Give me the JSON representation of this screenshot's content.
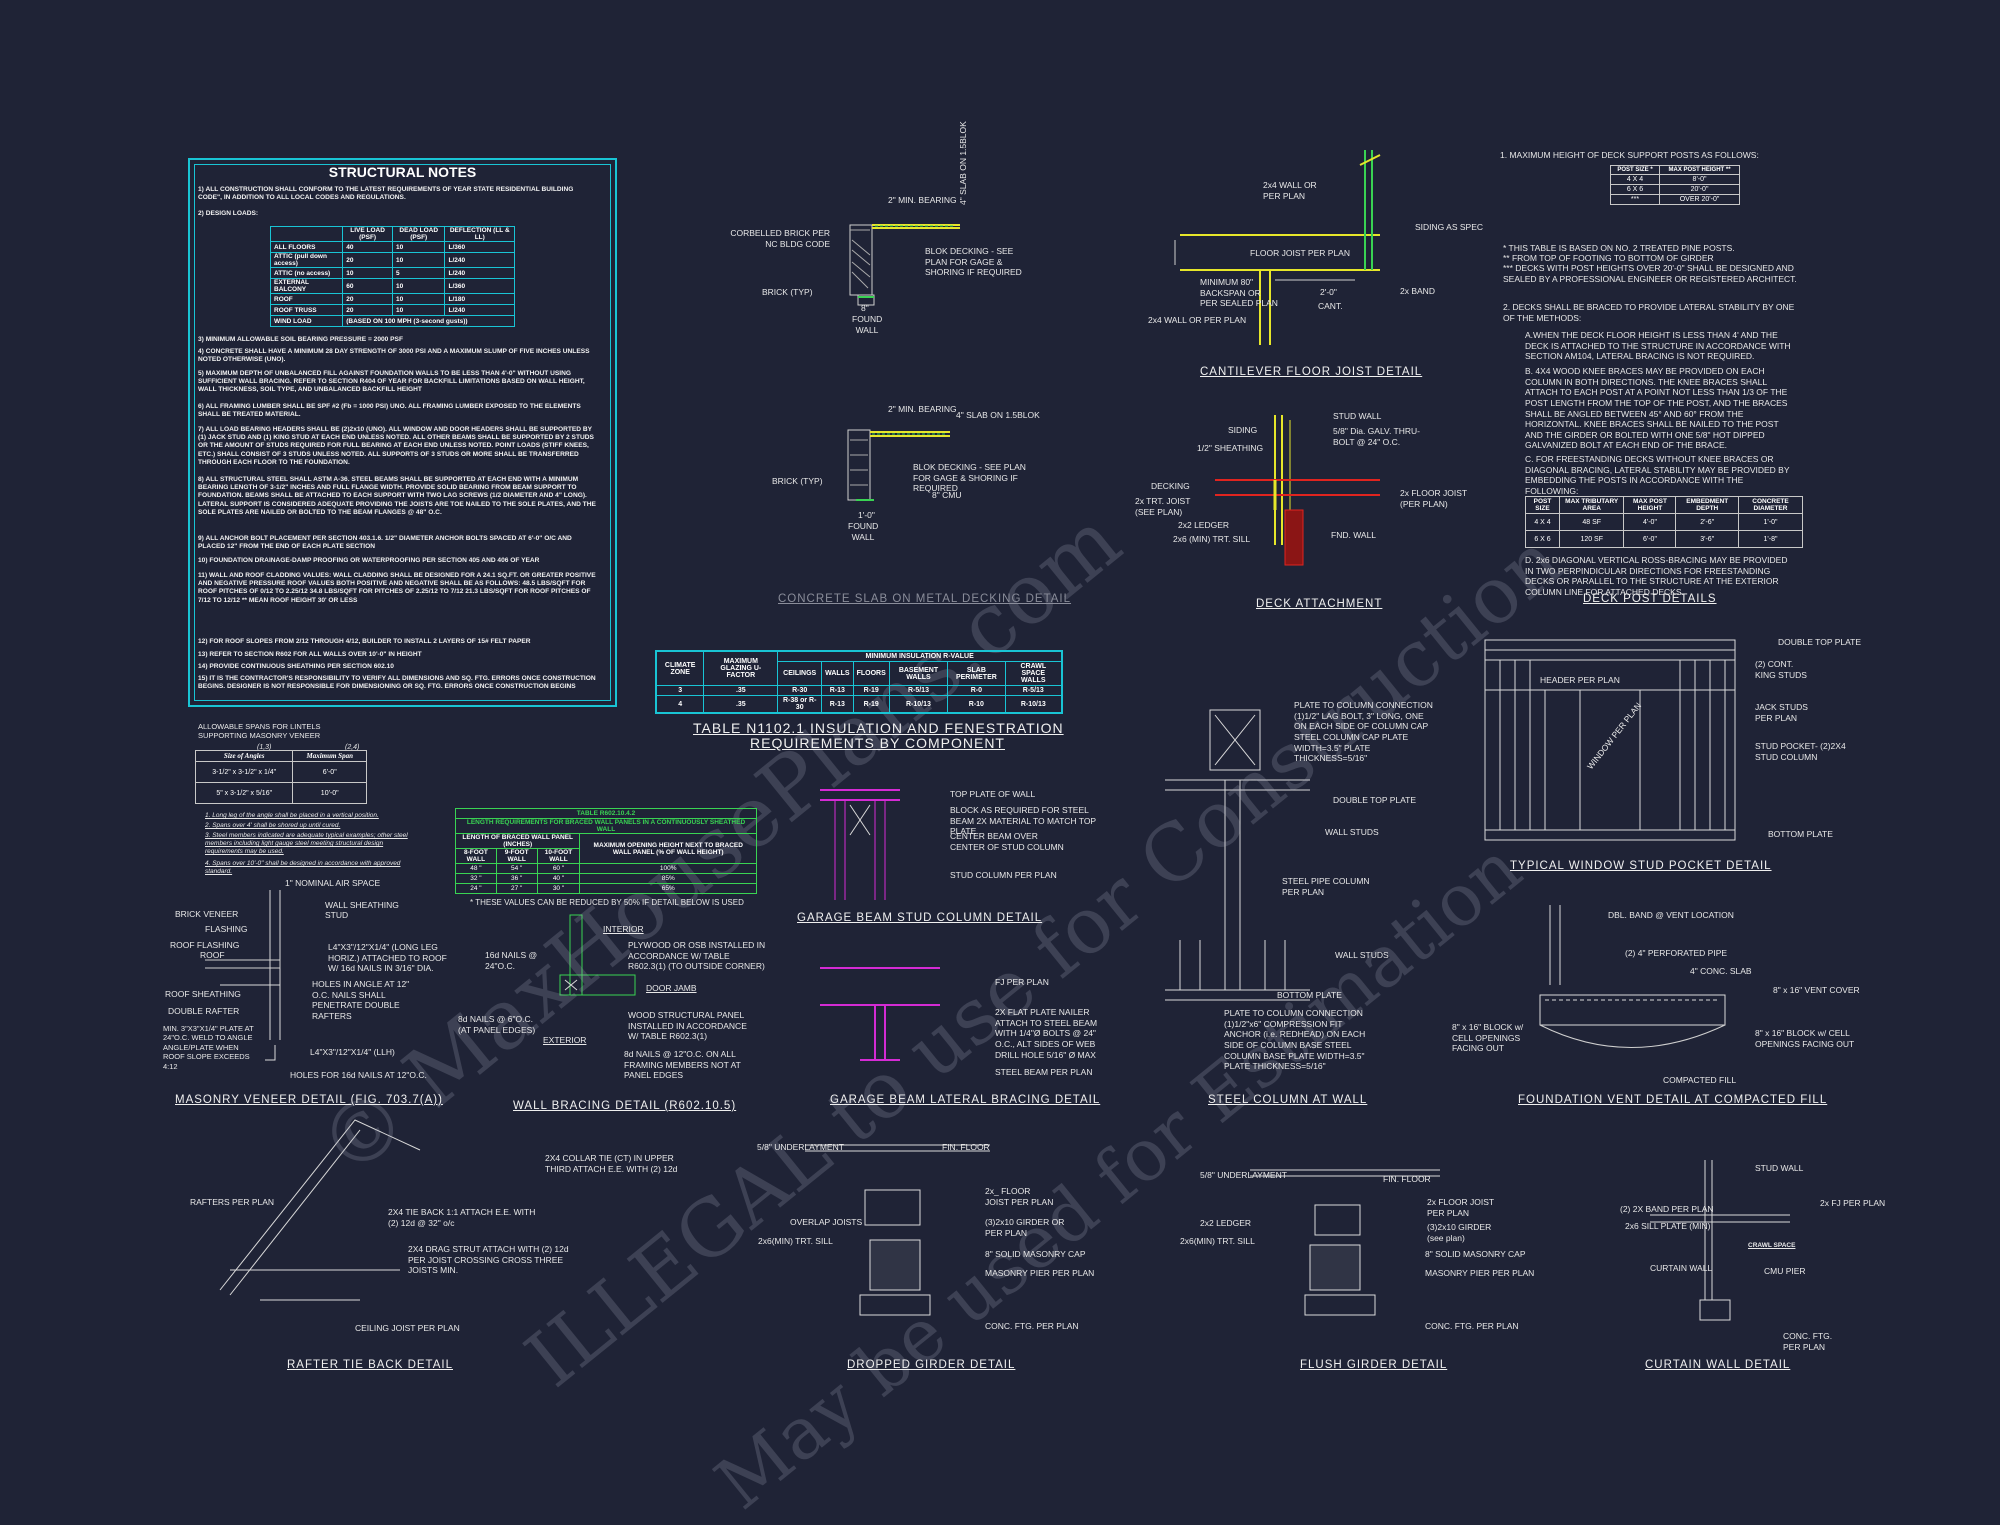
{
  "structural_notes": {
    "title": "STRUCTURAL NOTES",
    "note1": "1) ALL CONSTRUCTION SHALL CONFORM TO THE LATEST REQUIREMENTS OF YEAR STATE RESIDENTIAL BUILDING CODE\", IN ADDITION TO ALL LOCAL CODES AND REGULATIONS.",
    "note2": "2) DESIGN LOADS:",
    "load_table": {
      "headers": [
        "",
        "LIVE LOAD (PSF)",
        "DEAD LOAD (PSF)",
        "DEFLECTION (LL & LL)"
      ],
      "rows": [
        [
          "ALL FLOORS",
          "40",
          "10",
          "L/360"
        ],
        [
          "ATTIC (pull down access)",
          "20",
          "10",
          "L/240"
        ],
        [
          "ATTIC (no access)",
          "10",
          "5",
          "L/240"
        ],
        [
          "EXTERNAL BALCONY",
          "60",
          "10",
          "L/360"
        ],
        [
          "ROOF",
          "20",
          "10",
          "L/180"
        ],
        [
          "ROOF TRUSS",
          "20",
          "10",
          "L/240"
        ]
      ],
      "wind_label": "WIND LOAD",
      "wind_value": "(BASED ON 100 MPH (3-second gusts))"
    },
    "note3": "3) MINIMUM ALLOWABLE SOIL BEARING PRESSURE = 2000 PSF",
    "note4": "4) CONCRETE SHALL HAVE A MINIMUM 28 DAY STRENGTH OF 3000 PSI AND A MAXIMUM SLUMP OF FIVE INCHES UNLESS NOTED OTHERWISE (UNO).",
    "note5": "5) MAXIMUM DEPTH OF UNBALANCED FILL AGAINST FOUNDATION WALLS TO BE LESS THAN 4'-0\" WITHOUT USING SUFFICIENT WALL BRACING. REFER TO SECTION R404 OF YEAR FOR BACKFILL LIMITATIONS BASED ON WALL HEIGHT, WALL THICKNESS, SOIL TYPE, AND UNBALANCED BACKFILL HEIGHT",
    "note6": "6) ALL FRAMING LUMBER SHALL BE SPF #2 (Fb = 1000 PSI) UNO. ALL FRAMING LUMBER EXPOSED TO THE ELEMENTS SHALL BE TREATED MATERIAL.",
    "note7": "7) ALL LOAD BEARING HEADERS SHALL BE (2)2x10 (UNO). ALL WINDOW AND DOOR HEADERS SHALL BE SUPPORTED BY (1) JACK STUD AND (1) KING STUD AT EACH END UNLESS NOTED. ALL OTHER BEAMS SHALL BE SUPPORTED BY 2 STUDS OR THE AMOUNT OF STUDS REQUIRED FOR FULL BEARING AT EACH END UNLESS NOTED. POINT LOADS (STIFF KNEES, ETC.) SHALL CONSIST OF 3 STUDS UNLESS NOTED. ALL SUPPORTS OF 3 STUDS OR MORE SHALL BE TRANSFERRED THROUGH EACH FLOOR TO THE FOUNDATION.",
    "note8": "8) ALL STRUCTURAL STEEL SHALL ASTM A-36. STEEL BEAMS SHALL BE SUPPORTED AT EACH END WITH A MINIMUM BEARING LENGTH OF 3-1/2\" INCHES AND FULL FLANGE WIDTH. PROVIDE SOLID BEARING FROM BEAM SUPPORT TO FOUNDATION. BEAMS SHALL BE ATTACHED TO EACH SUPPORT WITH TWO LAG SCREWS (1/2 DIAMETER AND 4\" LONG). LATERAL SUPPORT IS CONSIDERED ADEQUATE PROVIDING THE JOISTS ARE TOE NAILED TO THE SOLE PLATES, AND THE SOLE PLATES ARE NAILED OR BOLTED TO THE BEAM FLANGES @ 48\" O.C.",
    "note9": "9) ALL ANCHOR BOLT PLACEMENT PER SECTION 403.1.6. 1/2\" DIAMETER ANCHOR BOLTS SPACED AT 6'-0\" O/C AND PLACED 12\" FROM THE END OF EACH PLATE SECTION",
    "note10": "10) FOUNDATION DRAINAGE-DAMP PROOFING OR WATERPROOFING PER SECTION 405 AND 406 OF YEAR",
    "note11": "11) WALL AND ROOF CLADDING VALUES: WALL CLADDING SHALL BE DESIGNED FOR A 24.1 SQ.FT. OR GREATER POSITIVE AND NEGATIVE PRESSURE ROOF VALUES BOTH POSITIVE AND NEGATIVE SHALL BE AS FOLLOWS: 48.5 LBS/SQFT FOR ROOF PITCHES OF 0/12 TO 2.25/12 34.8 LBS/SQFT FOR PITCHES OF 2.25/12 TO 7/12 21.3 LBS/SQFT FOR ROOF PITCHES OF 7/12 TO 12/12 ** MEAN ROOF HEIGHT 30' OR LESS",
    "note12": "12) FOR ROOF SLOPES FROM 2/12 THROUGH 4/12, BUILDER TO INSTALL 2 LAYERS OF 15# FELT PAPER",
    "note13": "13) REFER TO SECTION R602 FOR ALL WALLS OVER 10'-0\" IN HEIGHT",
    "note14": "14) PROVIDE CONTINUOUS SHEATHING PER SECTION 602.10",
    "note15": "15) IT IS THE CONTRACTOR'S RESPONSIBILITY TO VERIFY ALL DIMENSIONS AND SQ. FTG. ERRORS ONCE CONSTRUCTION BEGINS. DESIGNER IS NOT RESPONSIBLE FOR DIMENSIONING OR SQ. FTG. ERRORS ONCE CONSTRUCTION BEGINS"
  },
  "lintel": {
    "caption1": "ALLOWABLE SPANS FOR LINTELS",
    "caption2": "SUPPORTING MASONRY VENEER",
    "marks": [
      "(1,3)",
      "(2,4)"
    ],
    "headers": [
      "Size of Angles",
      "Maximum Span"
    ],
    "rows": [
      [
        "3-1/2\" x 3-1/2\" x 1/4\"",
        "6'-0\""
      ],
      [
        "5\" x 3-1/2\" x 5/16\"",
        "10'-0\""
      ]
    ],
    "footnotes": [
      "1. Long leg of the angle shall be placed in a vertical position.",
      "2. Spans over 4' shall be shored up until cured.",
      "3. Steel members indicated are adequate typical examples; other steel members including light gauge steel meeting structural design requirements may be used.",
      "4. Spans over 10'-0\" shall be designed in accordance with approved standard."
    ]
  },
  "bracing_table": {
    "title": "TABLE R602.10.4.2",
    "subtitle": "LENGTH REQUIREMENTS FOR BRACED WALL PANELS IN A CONTINUOUSLY SHEATHED WALL",
    "group1": "LENGTH OF BRACED WALL PANEL (INCHES)",
    "group2": "MAXIMUM OPENING HEIGHT NEXT TO BRACED WALL PANEL (% OF WALL HEIGHT)",
    "cols": [
      "8-FOOT WALL",
      "9-FOOT WALL",
      "10-FOOT WALL"
    ],
    "rows": [
      [
        "48 \"",
        "54 \"",
        "60 \"",
        "100%"
      ],
      [
        "32 \"",
        "36 \"",
        "40 \"",
        "85%"
      ],
      [
        "24 \"",
        "27 \"",
        "30 \"",
        "65%"
      ]
    ],
    "note": "* THESE VALUES CAN BE REDUCED BY 50% IF DETAIL BELOW IS USED"
  },
  "insulation_table": {
    "headers": [
      "CLIMATE ZONE",
      "MAXIMUM GLAZING U-FACTOR",
      "CEILINGS",
      "WALLS",
      "FLOORS",
      "BASEMENT WALLS",
      "SLAB PERIMETER",
      "CRAWL SPACE WALLS"
    ],
    "group": "MINIMUM INSULATION R-VALUE",
    "rows": [
      [
        "3",
        ".35",
        "R-30",
        "R-13",
        "R-19",
        "R-5/13",
        "R-0",
        "R-5/13"
      ],
      [
        "4",
        ".35",
        "R-38 or R-30",
        "R-13",
        "R-19",
        "R-10/13",
        "R-10",
        "R-10/13"
      ]
    ],
    "title1": "TABLE N1102.1 INSULATION AND FENESTRATION",
    "title2": "REQUIREMENTS BY COMPONENT"
  },
  "deck_posts": {
    "intro": "1.  MAXIMUM HEIGHT OF DECK SUPPORT POSTS AS FOLLOWS:",
    "table1": {
      "headers": [
        "POST SIZE *",
        "MAX POST HEIGHT **"
      ],
      "rows": [
        [
          "4 X 4",
          "8'-0\""
        ],
        [
          "6 X 6",
          "20'-0\""
        ],
        [
          "***",
          "OVER 20'-0\""
        ]
      ]
    },
    "foot1": "*   THIS TABLE IS BASED ON NO. 2 TREATED  PINE POSTS.",
    "foot2": "**   FROM TOP OF FOOTING TO BOTTOM OF GIRDER",
    "foot3": "*** DECKS WITH POST HEIGHTS OVER 20'-0\" SHALL BE DESIGNED AND SEALED BY A PROFESSIONAL ENGINEER OR REGISTERED ARCHITECT.",
    "item2": "2.  DECKS SHALL BE BRACED TO PROVIDE LATERAL STABILITY BY ONE OF THE METHODS:",
    "itemA": "A.WHEN THE DECK FLOOR HEIGHT IS LESS THAN 4' AND THE DECK IS ATTACHED TO THE STRUCTURE IN ACCORDANCE WITH SECTION AM104, LATERAL BRACING IS NOT REQUIRED.",
    "itemB": "B. 4X4 WOOD KNEE BRACES MAY BE PROVIDED ON EACH COLUMN IN BOTH DIRECTIONS.  THE KNEE BRACES SHALL ATTACH TO EACH POST AT A POINT NOT LESS THAN 1/3 OF THE POST LENGTH FROM THE TOP OF THE POST, AND THE BRACES SHALL BE ANGLED BETWEEN 45° AND 60° FROM THE HORIZONTAL.  KNEE BRACES SHALL BE NAILED TO THE POST AND THE GIRDER OR BOLTED WITH ONE 5/8\" HOT DIPPED GALVANIZED BOLT AT EACH END OF THE BRACE.",
    "itemC": "C. FOR FREESTANDING DECKS WITHOUT KNEE BRACES OR DIAGONAL BRACING, LATERAL STABILITY MAY BE PROVIDED BY EMBEDDING THE POSTS IN ACCORDANCE WITH THE FOLLOWING:",
    "table2": {
      "headers": [
        "POST SIZE",
        "MAX TRIBUTARY AREA",
        "MAX POST HEIGHT",
        "EMBEDMENT DEPTH",
        "CONCRETE DIAMETER"
      ],
      "rows": [
        [
          "4 X 4",
          "48 SF",
          "4'-0\"",
          "2'-6\"",
          "1'-0\""
        ],
        [
          "6 X 6",
          "120 SF",
          "6'-0\"",
          "3'-6\"",
          "1'-8\""
        ]
      ]
    },
    "itemD": "D. 2x6 DIAGONAL VERTICAL ROSS-BRACING MAY BE PROVIDED IN TWO PERPINDICULAR DIRECTIONS FOR FREESTANDING DECKS OR PARALLEL TO THE STRUCTURE AT THE EXTERIOR COLUMN LINE FOR ATTACHED DECKS.",
    "title": "DECK POST DETAILS"
  },
  "labels": {
    "min2bearing": "2\" MIN. BEARING",
    "slab_on": "4\" SLAB ON 1.5BLOK",
    "corbelled": "CORBELLED BRICK PER NC BLDG CODE",
    "blok_decking": "BLOK DECKING - SEE PLAN FOR GAGE & SHORING IF REQUIRED",
    "brick_typ": "BRICK (TYP)",
    "eight": "8\"",
    "found_wall": "FOUND WALL",
    "min2bearing2": "2\" MIN. BEARING",
    "slab_on2": "4\" SLAB ON 1.5BLOK",
    "blok_decking2": "BLOK DECKING - SEE PLAN FOR GAGE & SHORING IF REQUIRED",
    "cmu8": "8\" CMU",
    "brick_typ2": "BRICK (TYP)",
    "one_zero": "1'-0\"",
    "found_wall2": "FOUND WALL",
    "concrete_title": "CONCRETE SLAB ON METAL DECKING DETAIL",
    "cant_2x4_wall": "2x4 WALL OR PER PLAN",
    "siding_spec": "SIDING AS SPEC",
    "floor_joist": "FLOOR JOIST PER PLAN",
    "min80": "MINIMUM 80\" BACKSPAN OR PER SEALED PLAN",
    "two_zero": "2'-0\"",
    "cant": "CANT.",
    "band2x": "2x BAND",
    "cant_2x4_wall2": "2x4 WALL OR PER PLAN",
    "cant_title": "CANTILEVER FLOOR JOIST DETAIL",
    "siding": "SIDING",
    "half_sheathing": "1/2\" SHEATHING",
    "stud_wall": "STUD WALL",
    "bolt": "5/8\" Dia. GALV. THRU-BOLT @ 24\" O.C.",
    "decking": "DECKING",
    "trt_joist": "2x TRT. JOIST (SEE PLAN)",
    "ledger": "2x2 LEDGER",
    "sill": "2x6 (MIN) TRT. SILL",
    "floor_joist2": "2x FLOOR JOIST (PER PLAN)",
    "fnd_wall": "FND. WALL",
    "deck_title": "DECK ATTACHMENT",
    "double_top": "DOUBLE TOP PLATE",
    "cont_king": "(2) CONT. KING STUDS",
    "header_per_plan": "HEADER PER PLAN",
    "window_per_plan": "WINDOW PER PLAN",
    "jack_studs": "JACK STUDS PER PLAN",
    "stud_pocket": "STUD POCKET- (2)2X4 STUD COLUMN",
    "bottom_plate": "BOTTOM PLATE",
    "window_title": "TYPICAL WINDOW STUD POCKET DETAIL",
    "top_plate_wall": "TOP PLATE OF WALL",
    "block_req": "BLOCK AS REQUIRED FOR STEEL BEAM 2X MATERIAL TO MATCH TOP PLATE",
    "center_beam": "CENTER BEAM OVER CENTER OF STUD COLUMN",
    "stud_col": "STUD COLUMN PER PLAN",
    "garage_stud_title": "GARAGE BEAM STUD COLUMN DETAIL",
    "plate_col_conn": "PLATE TO COLUMN CONNECTION (1)1/2\" LAG BOLT, 3\" LONG, ONE ON EACH SIDE OF COLUMN CAP STEEL COLUMN CAP PLATE WIDTH=3.5\" PLATE THICKNESS=5/16\"",
    "double_top2": "DOUBLE TOP PLATE",
    "wall_studs": "WALL STUDS",
    "steel_pipe": "STEEL PIPE COLUMN PER PLAN",
    "wall_studs2": "WALL STUDS",
    "bottom_plate2": "BOTTOM PLATE",
    "plate_col_conn2": "PLATE TO COLUMN CONNECTION (1)1/2\"x6\" COMPRESSION FIT ANCHOR (i.e. REDHEAD) ON EACH SIDE OF COLUMN BASE STEEL COLUMN BASE PLATE WIDTH=3.5\" PLATE THICKNESS=5/16\"",
    "steel_col_title": "STEEL COLUMN AT WALL",
    "nominal_air": "1\" NOMINAL AIR SPACE",
    "brick_veneer": "BRICK VENEER",
    "wall_sheathing": "WALL SHEATHING",
    "stud": "STUD",
    "flashing": "FLASHING",
    "roof_flashing": "ROOF FLASHING",
    "roof": "ROOF",
    "angle": "L4\"X3\"/12\"X1/4\" (LONG LEG HORIZ.) ATTACHED TO ROOF W/ 16d NAILS IN 3/16\" DIA.",
    "roof_sheathing": "ROOF SHEATHING",
    "double_rafter": "DOUBLE RAFTER",
    "holes": "HOLES IN ANGLE AT 12\" O.C. NAILS SHALL PENETRATE DOUBLE RAFTERS",
    "min_plate": "MIN. 3\"X3\"X1/4\" PLATE AT 24\"O.C. WELD TO ANGLE ANGLE/PLATE WHEN ROOF SLOPE EXCEEDS 4:12",
    "llh": "L4\"X3\"/12\"X1/4\" (LLH)",
    "holes16d": "HOLES FOR 16d NAILS AT 12\"O.C.",
    "masonry_title": "MASONRY VENEER DETAIL (FIG. 703.7(A))",
    "interior": "INTERIOR",
    "plywood": "PLYWOOD OR OSB INSTALLED IN ACCORDANCE W/ TABLE R602.3(1) (TO OUTSIDE CORNER)",
    "nails16d": "16d NAILS @ 24\"O.C.",
    "door_jamb": "DOOR JAMB",
    "nails8d": "8d NAILS @ 6\"O.C. (AT PANEL EDGES)",
    "wood_panel": "WOOD STRUCTURAL PANEL INSTALLED IN ACCORDANCE W/ TABLE R602.3(1)",
    "exterior": "EXTERIOR",
    "nails8d2": "8d NAILS @ 12\"O.C. ON ALL FRAMING MEMBERS NOT AT PANEL EDGES",
    "wall_bracing_title": "WALL BRACING DETAIL (R602.10.5)",
    "fj_per_plan": "FJ PER PLAN",
    "nailer": "2X FLAT PLATE NAILER ATTACH TO STEEL BEAM WITH 1/4\"Ø BOLTS @ 24\" O.C., ALT SIDES OF WEB DRILL HOLE 5/16\" Ø MAX",
    "steel_beam": "STEEL BEAM PER PLAN",
    "garage_lat_title": "GARAGE BEAM LATERAL BRACING DETAIL",
    "dbl_band": "DBL. BAND @ VENT LOCATION",
    "perforated": "(2) 4\" PERFORATED PIPE",
    "conc_slab": "4\" CONC. SLAB",
    "vent_cover": "8\" x 16\" VENT COVER",
    "block_cell": "8\" x 16\" BLOCK w/ CELL OPENINGS FACING OUT",
    "block_cell2": "8\" x 16\" BLOCK w/ CELL OPENINGS FACING OUT",
    "compacted": "COMPACTED FILL",
    "foundation_title": "FOUNDATION VENT DETAIL AT COMPACTED FILL",
    "collar_tie": "2X4 COLLAR TIE (CT) IN UPPER THIRD ATTACH E.E. WITH (2) 12d",
    "rafters": "RAFTERS PER PLAN",
    "tie_back": "2X4 TIE BACK 1:1 ATTACH E.E. WITH (2) 12d @ 32\" o/c",
    "drag_strut": "2X4 DRAG STRUT ATTACH WITH (2) 12d PER JOIST CROSSING CROSS THREE JOISTS MIN.",
    "ceiling_joist": "CEILING JOIST PER PLAN",
    "rafter_title": "RAFTER TIE BACK DETAIL",
    "underlayment": "5/8\" UNDERLAYMENT",
    "fin_floor": "FIN. FLOOR",
    "floor_joist_pp": "2x_ FLOOR JOIST PER PLAN",
    "overlap": "OVERLAP JOISTS",
    "girder": "(3)2x10 GIRDER OR PER PLAN",
    "trt_sill": "2x6(MIN) TRT. SILL",
    "masonry_cap": "8\" SOLID MASONRY CAP",
    "masonry_pier": "MASONRY PIER PER PLAN",
    "conc_ftg": "CONC. FTG. PER PLAN",
    "dropped_title": "DROPPED GIRDER DETAIL",
    "underlayment2": "5/8\" UNDERLAYMENT",
    "fin_floor2": "FIN. FLOOR",
    "floor_joist_pp2": "2x FLOOR JOIST PER PLAN",
    "ledger2": "2x2 LEDGER",
    "girder2": "(3)2x10 GIRDER (see plan)",
    "trt_sill2": "2x6(MIN) TRT. SILL",
    "masonry_cap2": "8\" SOLID MASONRY CAP",
    "masonry_pier2": "MASONRY PIER PER PLAN",
    "conc_ftg2": "CONC. FTG. PER PLAN",
    "flush_title": "FLUSH GIRDER DETAIL",
    "stud_wall2": "STUD WALL",
    "band_per_plan": "(2) 2X BAND PER PLAN",
    "fj_per_plan2": "2x FJ PER PLAN",
    "sill_plate": "2x6 SILL PLATE (MIN)",
    "crawl_space": "CRAWL SPACE",
    "curtain_wall": "CURTAIN WALL",
    "cmu_pier": "CMU PIER",
    "conc_ftg3": "CONC. FTG. PER PLAN",
    "curtain_title": "CURTAIN WALL DETAIL"
  },
  "watermark": [
    "© MaxHousePlans.com",
    "ILLEGAL to use for Construction",
    "May be used for Estimation"
  ],
  "colors": {
    "background": "#1f2336",
    "cyan": "#19c4d4",
    "green": "#39d353",
    "yellow": "#e6e62a",
    "red": "#e0241f",
    "magenta": "#d42bd4",
    "line": "#d9d9d9"
  }
}
